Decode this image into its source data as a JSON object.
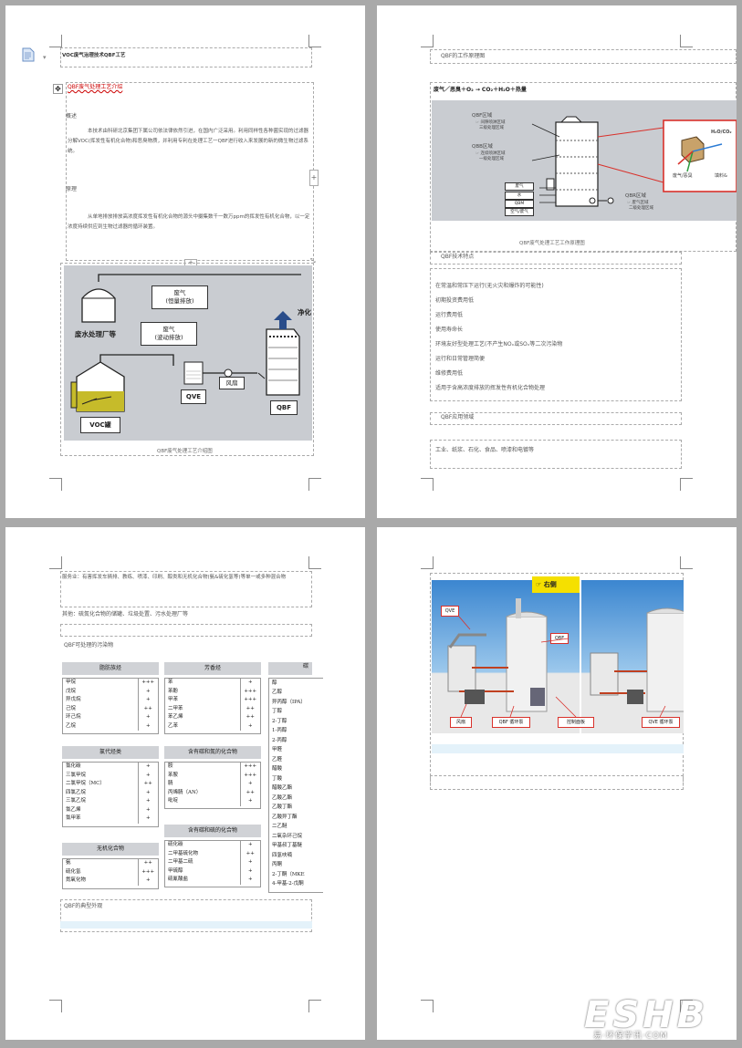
{
  "page1": {
    "title": "VOC废气治理技术QBF工艺",
    "section1_heading": "QBF废气处理工艺介绍",
    "marker1": "概述",
    "para1": "本技术由科研北京集团下属公司依法律依然引进，在国内广泛采用。利用同样性各种菌实现的过滤器分解VOC(挥发性有机化合物)和恶臭物质，并利用专利在处理工艺一QBF进行收入来发展的新的微生物过滤系统。",
    "marker2": "原理",
    "para2": "从单地排放排放高浓度挥发性有机化合物的源头中摄集数千一数万ppm的挥发性有机化合物，以一定浓度持续供应到生物过滤器的循环装置。",
    "diagram": {
      "gas1": "废气\n(恒量排放)",
      "gas2": "废气\n(波动排放)",
      "plant": "废水处理厂等",
      "purify": "净化",
      "qve": "QVE",
      "fan": "风扇",
      "qbf": "QBF",
      "voc": "VOC罐"
    },
    "caption": "QBF废气处理工艺介绍图"
  },
  "page2": {
    "header": "QBF的工作原理图",
    "formula": "废气／恶臭＋O₂ → CO₂＋H₂O＋热量",
    "diagram": {
      "zone1_title": "QBF区域",
      "zone1_items": [
        "☞ 间隙喷淋区域",
        "三级处理区域"
      ],
      "zone2_title": "QBB区域",
      "zone2_items": [
        "☞ 连续喷淋区域",
        "一级处理区域"
      ],
      "waste": "废气",
      "water": "水",
      "qbm": "QBM",
      "air": "空气/废气",
      "zone3_title": "QBR区域",
      "zone3_items": [
        "☞ 废气区域",
        "二级处理区域"
      ],
      "product": "H₂O/CO₂",
      "exhaust": "废气/恶臭",
      "fill": "填料&"
    },
    "caption": "QBF废气处理工艺工作原理图",
    "features_heading": "QBF技术特点",
    "features": [
      "在常温和常压下运行(无火灾和爆炸的可能性)",
      "初期投资费用低",
      "运行费用低",
      "使用寿命长",
      "环境友好型处理工艺(不产生NOₓ或SOₓ等二次污染物",
      "运行和日常管理简便",
      "维修费用低",
      "适用于含高浓度排放的挥发性有机化合物处理"
    ],
    "apps_heading": "QBF应用领域",
    "apps": "工业、纸浆、石化、食品、喷漆和电镀等"
  },
  "page3": {
    "line1": "服务业：有害挥发车辆排、教练、喷漆、印刷、醇类和无机化合物(氨&硫化氢等)等单一或多种混合物",
    "line2": "其他：硫氮化合物的储罐、垃圾处置、污水处理厂等",
    "section_heading": "QBF可处理的污染物",
    "col1_tables": [
      {
        "title": "脂肪族烃",
        "rows": [
          [
            "甲烷",
            "+++"
          ],
          [
            "戊烷",
            "+"
          ],
          [
            "异戊烷",
            "+"
          ],
          [
            "己烷",
            "++"
          ],
          [
            "环己烷",
            "+"
          ],
          [
            "乙烷",
            "+"
          ]
        ]
      },
      {
        "title": "氯代烃类",
        "rows": [
          [
            "氯化碳",
            "+"
          ],
          [
            "三氯甲烷",
            "+"
          ],
          [
            "二氯甲烷（MC）",
            "++"
          ],
          [
            "四氯乙烷",
            "+"
          ],
          [
            "三氯乙烷",
            "+"
          ],
          [
            "氯乙烯",
            "+"
          ],
          [
            "氯甲苯",
            "+"
          ]
        ]
      },
      {
        "title": "无机化合物",
        "rows": [
          [
            "氨",
            "++"
          ],
          [
            "硫化氢",
            "+++"
          ],
          [
            "氮氧化物",
            "+"
          ]
        ]
      }
    ],
    "col2_tables": [
      {
        "title": "芳香烃",
        "rows": [
          [
            "苯",
            "+"
          ],
          [
            "苯酚",
            "+++"
          ],
          [
            "甲苯",
            "+++"
          ],
          [
            "二甲苯",
            "++"
          ],
          [
            "苯乙烯",
            "++"
          ],
          [
            "乙苯",
            "+"
          ]
        ]
      },
      {
        "title": "含有碳和氮的化合物",
        "rows": [
          [
            "胺",
            "+++"
          ],
          [
            "苯胺",
            "+++"
          ],
          [
            "腈",
            "+"
          ],
          [
            "丙烯腈（AN）",
            "++"
          ],
          [
            "吡啶",
            "+"
          ]
        ]
      },
      {
        "title": "含有碳和硫的化合物",
        "rows": [
          [
            "硫化碳",
            "+"
          ],
          [
            "二甲基硫化物",
            "++"
          ],
          [
            "二甲基二硫",
            "+"
          ],
          [
            "甲硫醇",
            "+"
          ],
          [
            "硫氰酸盐",
            "+"
          ]
        ]
      }
    ],
    "col3_title": "碳",
    "col3_rows": [
      "醇",
      "乙醇",
      "异丙醇（IPA）",
      "丁醇",
      "2-丁醇",
      "1-丙醇",
      "2-丙醇",
      "甲醛",
      "乙醛",
      "醋酸",
      "丁酸",
      "醋酸乙酯",
      "乙酸乙酯",
      "乙酸丁酯",
      "乙酸异丁酯",
      "二乙醚",
      "二氧杂环己烷",
      "甲基叔丁基醚",
      "四氢呋喃",
      "丙酮",
      "2-丁酮（MKE",
      "4-甲基-2-戊酮"
    ],
    "footer_heading": "QBF的典型外观"
  },
  "page4": {
    "tag": "☞ 右侧",
    "callouts": [
      "QVE",
      "QBF",
      "风扇",
      "QBF 循环泵",
      "控制面板",
      "QVE 循环泵"
    ]
  },
  "watermark": {
    "main": "ESHB",
    "sub": "易·环保学讯·COM"
  },
  "colors": {
    "diagram_bg": "#c9ccd1",
    "accent_red": "#d9312b",
    "tag_yellow": "#f5e000",
    "page_bg": "#a9a9a9"
  }
}
